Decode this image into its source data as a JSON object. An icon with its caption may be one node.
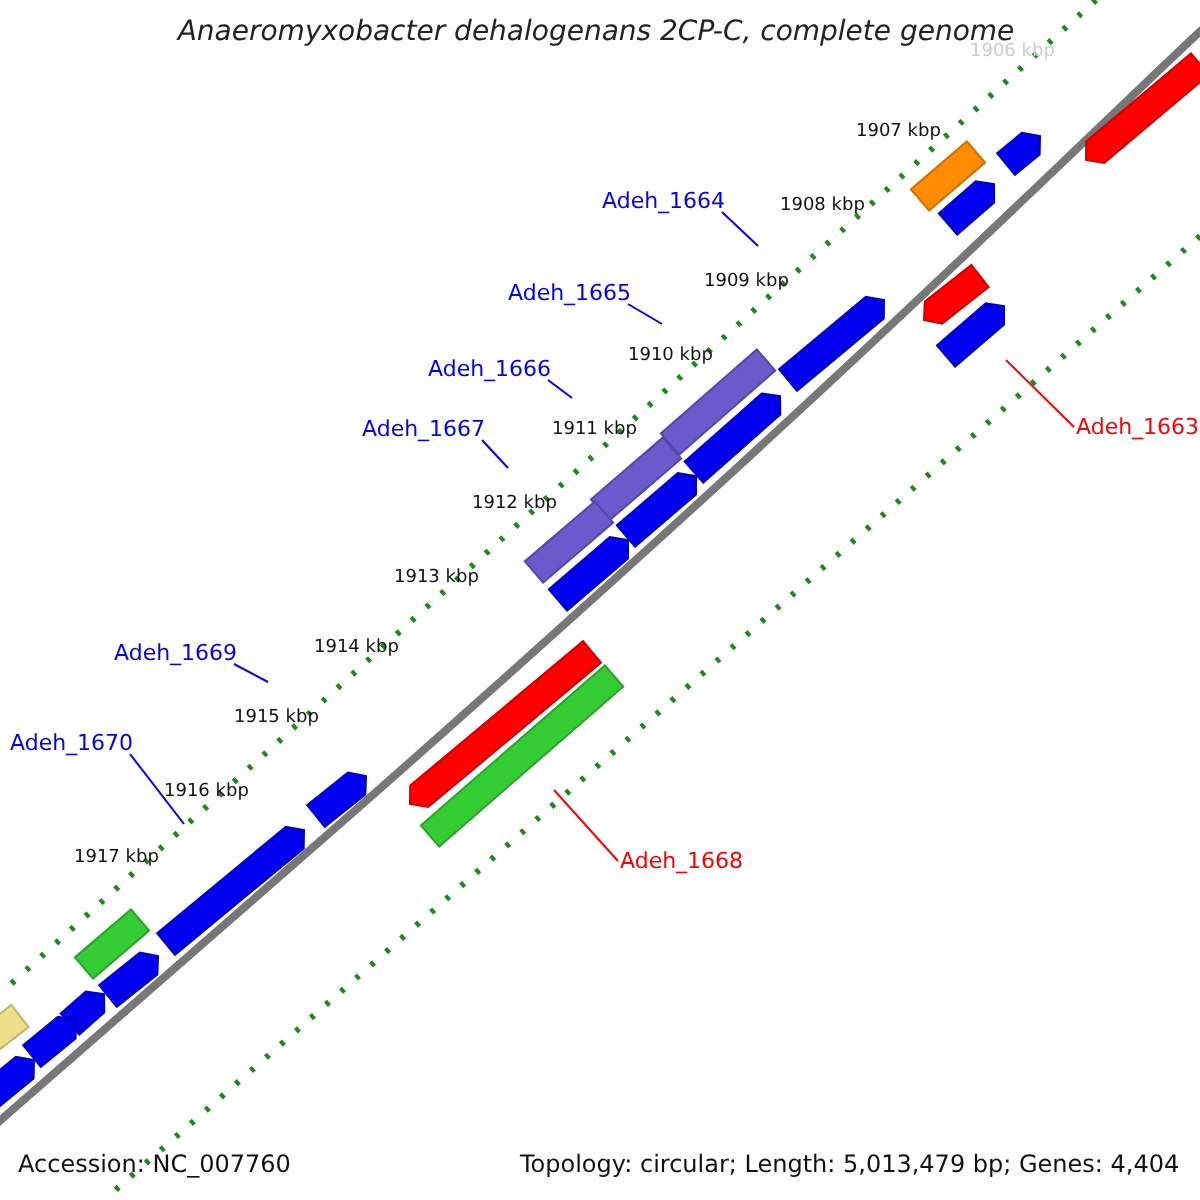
{
  "diagram": {
    "title": "Anaeromyxobacter dehalogenans 2CP-C, complete genome",
    "nodes": [
      {
        "text": [
          "Adeh_1664"
        ]
      },
      {
        "text": [
          "Adeh_1665"
        ]
      },
      {
        "text": [
          "Adeh_1666"
        ]
      },
      {
        "text": [
          "Adeh_1667"
        ]
      },
      {
        "text": [
          "Adeh_1663"
        ]
      },
      {
        "text": [
          "Adeh_1669"
        ]
      },
      {
        "text": [
          "Adeh_1670"
        ]
      },
      {
        "text": [
          "Adeh_1668"
        ]
      }
    ],
    "edges": [
      {
        "from": 0,
        "to": null,
        "arrow": "none"
      },
      {
        "from": 1,
        "to": null,
        "arrow": "none"
      },
      {
        "from": 2,
        "to": null,
        "arrow": "none"
      },
      {
        "from": 3,
        "to": null,
        "arrow": "none"
      },
      {
        "from": 4,
        "to": null,
        "arrow": "none",
        "color": "#ff0000"
      },
      {
        "from": 5,
        "to": null,
        "arrow": "none"
      },
      {
        "from": 6,
        "to": null,
        "arrow": "none"
      },
      {
        "from": 7,
        "to": null,
        "arrow": "none",
        "color": "#ff0000"
      }
    ],
    "labels": [
      "1906 kbp",
      "1907 kbp",
      "1908 kbp",
      "1909 kbp",
      "1910 kbp",
      "1911 kbp",
      "1912 kbp",
      "1913 kbp",
      "1914 kbp",
      "1915 kbp",
      "1916 kbp",
      "1917 kbp",
      "Accession: NC_007760",
      "Topology: circular; Length: 5,013,479 bp; Genes: 4,404"
    ]
  }
}
